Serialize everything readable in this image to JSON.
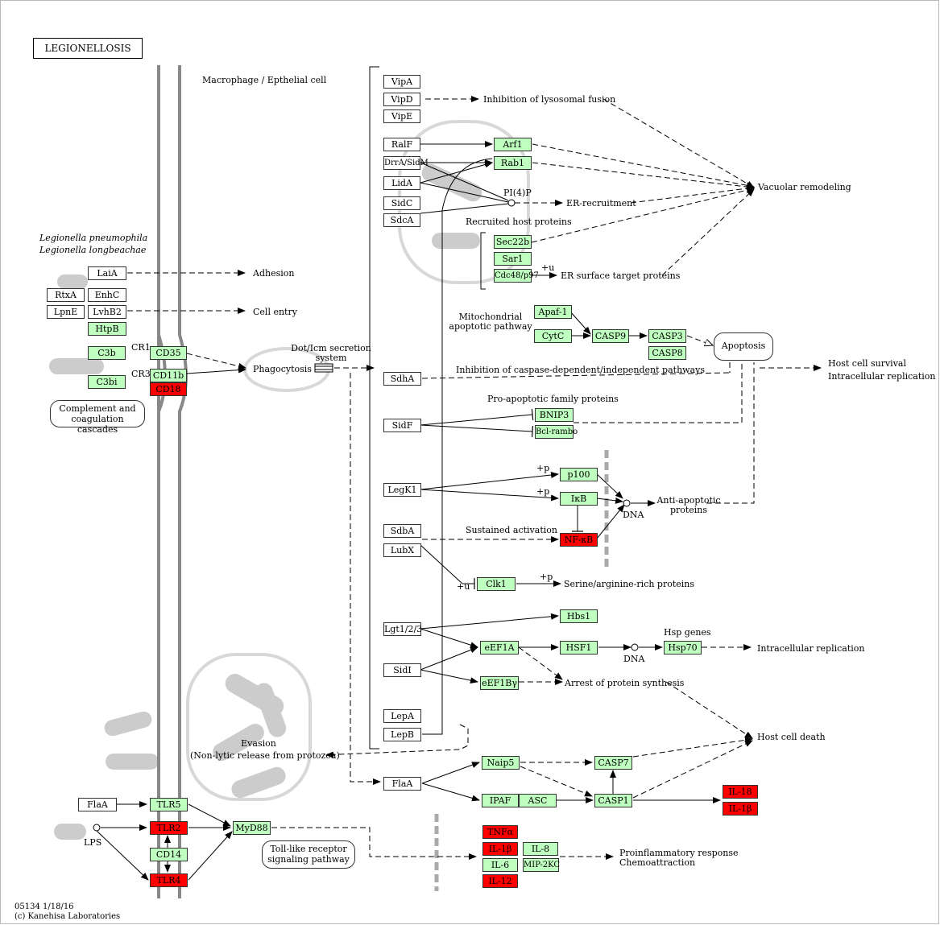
{
  "title": "LEGIONELLOSIS",
  "footer": {
    "id": "05134 1/18/16",
    "copyright": "(c) Kanehisa Laboratories"
  },
  "labels": {
    "macrophage": "Macrophage / Epthelial cell",
    "legionella1": "Legionella pneumophila",
    "legionella2": "Legionella longbeachae",
    "adhesion": "Adhesion",
    "cell_entry": "Cell entry",
    "phagocytosis": "Phagocytosis",
    "dot_icm1": "Dot/Icm secretion",
    "dot_icm2": "system",
    "cr1": "CR1",
    "cr3": "CR3",
    "inhib_lyso": "Inhibition of lysosomal fusion",
    "vacuolar": "Vacuolar remodeling",
    "pi4p": "PI(4)P",
    "er_recruit": "ER-recruitment",
    "recruited": "Recruited host proteins",
    "plus_u_er": "+u",
    "er_surface": "ER surface target proteins",
    "mito1": "Mitochondrial",
    "mito2": "apoptotic pathway",
    "inhib_caspase": "Inhibition of caspase-dependent/independent pathways",
    "host_survival1": "Host cell survival",
    "host_survival2": "Intracellular replication",
    "pro_apop": "Pro-apoptotic family proteins",
    "plus_p1": "+p",
    "plus_p2": "+p",
    "dna1": "DNA",
    "anti_apop1": "Anti-apoptotic",
    "anti_apop2": "proteins",
    "sustained": "Sustained activation",
    "plus_u_clk": "+u",
    "plus_p_clk": "+p",
    "serine": "Serine/arginine-rich proteins",
    "hsp_genes": "Hsp genes",
    "dna2": "DNA",
    "intracell_rep": "Intracellular replication",
    "arrest": "Arrest of protein synthesis",
    "host_death": "Host cell death",
    "evasion1": "Evasion",
    "evasion2": "(Non-lytic release from protozoa)",
    "lps": "LPS",
    "proinflam1": "Proinflammatory response",
    "proinflam2": "Chemoattraction"
  },
  "pathway_boxes": {
    "complement1": "Complement and",
    "complement2": "coagulation cascades",
    "apoptosis": "Apoptosis",
    "tlr1": "Toll-like receptor",
    "tlr2": "signaling pathway"
  },
  "nodes": {
    "LaiA": "LaiA",
    "RtxA": "RtxA",
    "EnhC": "EnhC",
    "LpnE": "LpnE",
    "LvhB2": "LvhB2",
    "HtpB": "HtpB",
    "C3b": "C3b",
    "CD35": "CD35",
    "C3bi": "C3bi",
    "CD11b": "CD11b",
    "CD18": "CD18",
    "VipA": "VipA",
    "VipD": "VipD",
    "VipE": "VipE",
    "RalF": "RalF",
    "DrrA": "DrrA/SidM",
    "LidA": "LidA",
    "SidC": "SidC",
    "SdcA": "SdcA",
    "Arf1": "Arf1",
    "Rab1": "Rab1",
    "Sec22b": "Sec22b",
    "Sar1": "Sar1",
    "Cdc48": "Cdc48/p97",
    "Apaf1": "Apaf-1",
    "CytC": "CytC",
    "CASP9": "CASP9",
    "CASP3": "CASP3",
    "CASP8": "CASP8",
    "SdhA": "SdhA",
    "SidF": "SidF",
    "BNIP3": "BNIP3",
    "Bclrambo": "Bcl-rambo",
    "LegK1": "LegK1",
    "p100": "p100",
    "IkB": "IκB",
    "SdbA": "SdbA",
    "NFkB": "NF-κB",
    "LubX": "LubX",
    "Clk1": "Clk1",
    "Lgt": "Lgt1/2/3",
    "Hbs1": "Hbs1",
    "eEF1A": "eEF1A",
    "HSF1": "HSF1",
    "Hsp70": "Hsp70",
    "SidI": "SidI",
    "eEF1Bg": "eEF1Bγ",
    "LepA": "LepA",
    "LepB": "LepB",
    "FlaA2": "FlaA",
    "Naip5": "Naip5",
    "CASP7": "CASP7",
    "IPAF": "IPAF",
    "ASC": "ASC",
    "CASP1": "CASP1",
    "IL18": "IL-18",
    "IL1b2": "IL-1β",
    "FlaA1": "FlaA",
    "TLR5": "TLR5",
    "TLR2": "TLR2",
    "CD14": "CD14",
    "TLR4": "TLR4",
    "MyD88": "MyD88",
    "TNFa": "TNFα",
    "IL1b": "IL-1β",
    "IL8": "IL-8",
    "IL6": "IL-6",
    "MIP2": "MIP-2KC",
    "IL12": "IL-12"
  },
  "colors": {
    "host_gene": "#bfffbf",
    "highlighted": "#ff0000",
    "membrane": "#888888",
    "shadow": "#cccccc"
  }
}
